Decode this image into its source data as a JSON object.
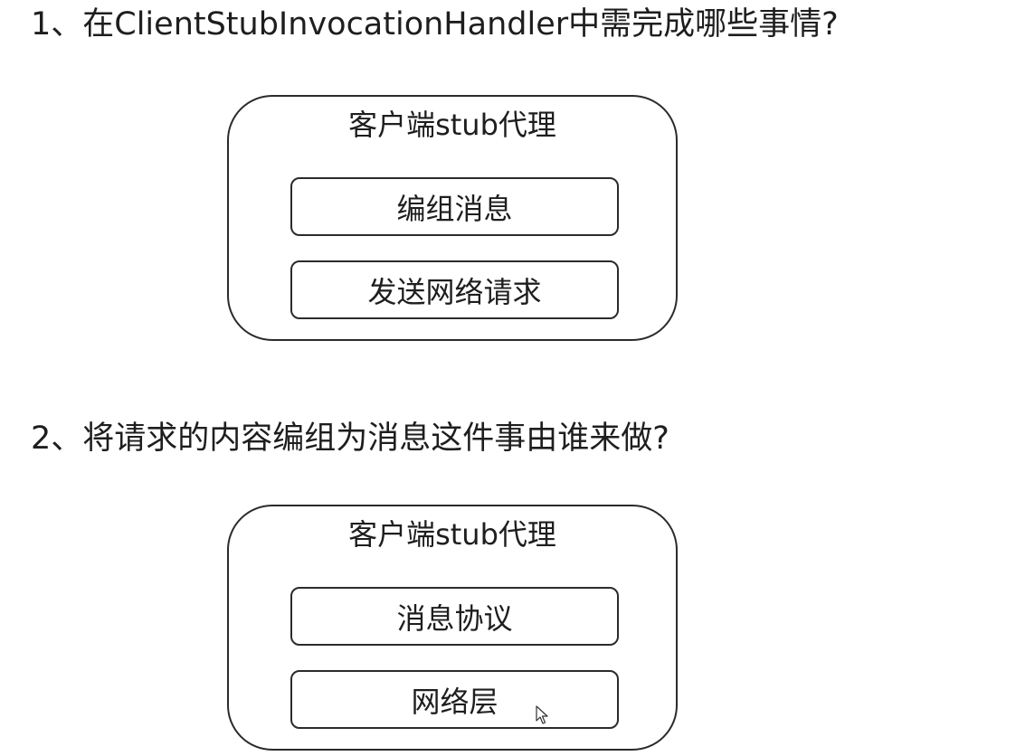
{
  "questions": [
    "1、在ClientStubInvocationHandler中需完成哪些事情?",
    "2、将请求的内容编组为消息这件事由谁来做?"
  ],
  "diagrams": [
    {
      "title": "客户端stub代理",
      "items": [
        "编组消息",
        "发送网络请求"
      ]
    },
    {
      "title": "客户端stub代理",
      "items": [
        "消息协议",
        "网络层"
      ]
    }
  ],
  "icons": {
    "cursor": "mouse-pointer-icon"
  }
}
